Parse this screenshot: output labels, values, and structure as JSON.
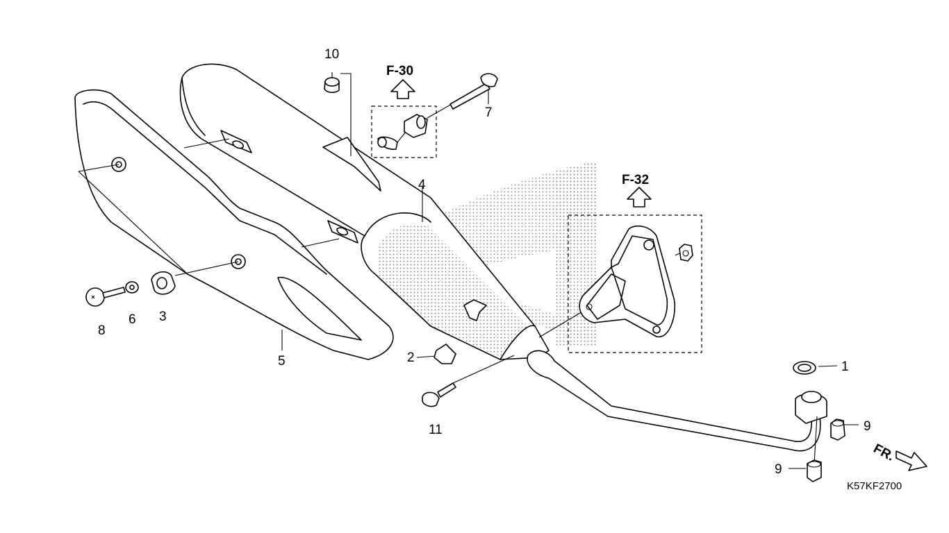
{
  "diagram": {
    "drawing_code": "K57KF2700",
    "direction_label": "FR.",
    "references": [
      {
        "id": "ref-f30",
        "text": "F-30"
      },
      {
        "id": "ref-f32",
        "text": "F-32"
      }
    ],
    "callouts": [
      {
        "id": "part-1",
        "number": "1"
      },
      {
        "id": "part-2",
        "number": "2"
      },
      {
        "id": "part-3",
        "number": "3"
      },
      {
        "id": "part-4",
        "number": "4"
      },
      {
        "id": "part-5",
        "number": "5"
      },
      {
        "id": "part-6",
        "number": "6"
      },
      {
        "id": "part-7",
        "number": "7"
      },
      {
        "id": "part-8",
        "number": "8"
      },
      {
        "id": "part-9a",
        "number": "9"
      },
      {
        "id": "part-9b",
        "number": "9"
      },
      {
        "id": "part-10",
        "number": "10"
      },
      {
        "id": "part-11",
        "number": "11"
      }
    ]
  }
}
